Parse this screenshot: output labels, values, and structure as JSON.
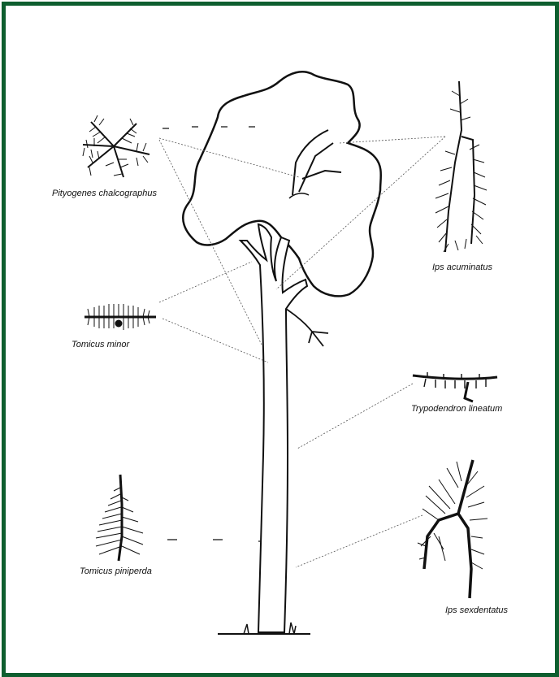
{
  "diagram": {
    "labels": {
      "pityogenes": "Pityogenes chalcographus",
      "ips_acuminatus": "Ips acuminatus",
      "tomicus_minor": "Tomicus minor",
      "trypodendron": "Trypodendron lineatum",
      "tomicus_piniperda": "Tomicus piniperda",
      "ips_sexdentatus": "Ips sexdentatus"
    },
    "colors": {
      "frame": "#0e5e2f",
      "ink": "#111111",
      "leader": "#555555"
    }
  }
}
